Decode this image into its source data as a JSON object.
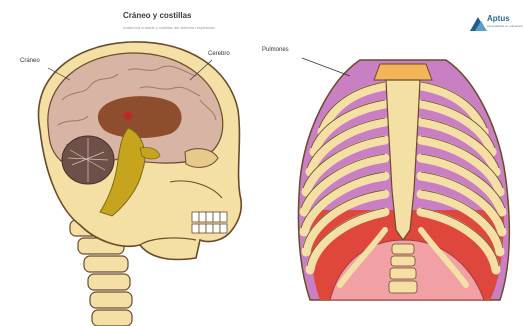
{
  "header": {
    "title": "Cráneo y costillas",
    "subtitle": "Anatomía craneal y costillas del sistema respiratorio"
  },
  "brand": {
    "name": "Aptus",
    "tagline": "especialistas en educación"
  },
  "labels": {
    "skull": "Cráneo",
    "brain": "Cerebro",
    "lungs": "Pulmones"
  },
  "colors": {
    "bone": "#f4dfa4",
    "bone_outline": "#6b4a2a",
    "brain": "#d8b4a4",
    "lung": "#c97fc3",
    "lung_lower": "#e0473c",
    "diaphragm": "#f1a1a6",
    "spinal": "#c6a41e"
  }
}
